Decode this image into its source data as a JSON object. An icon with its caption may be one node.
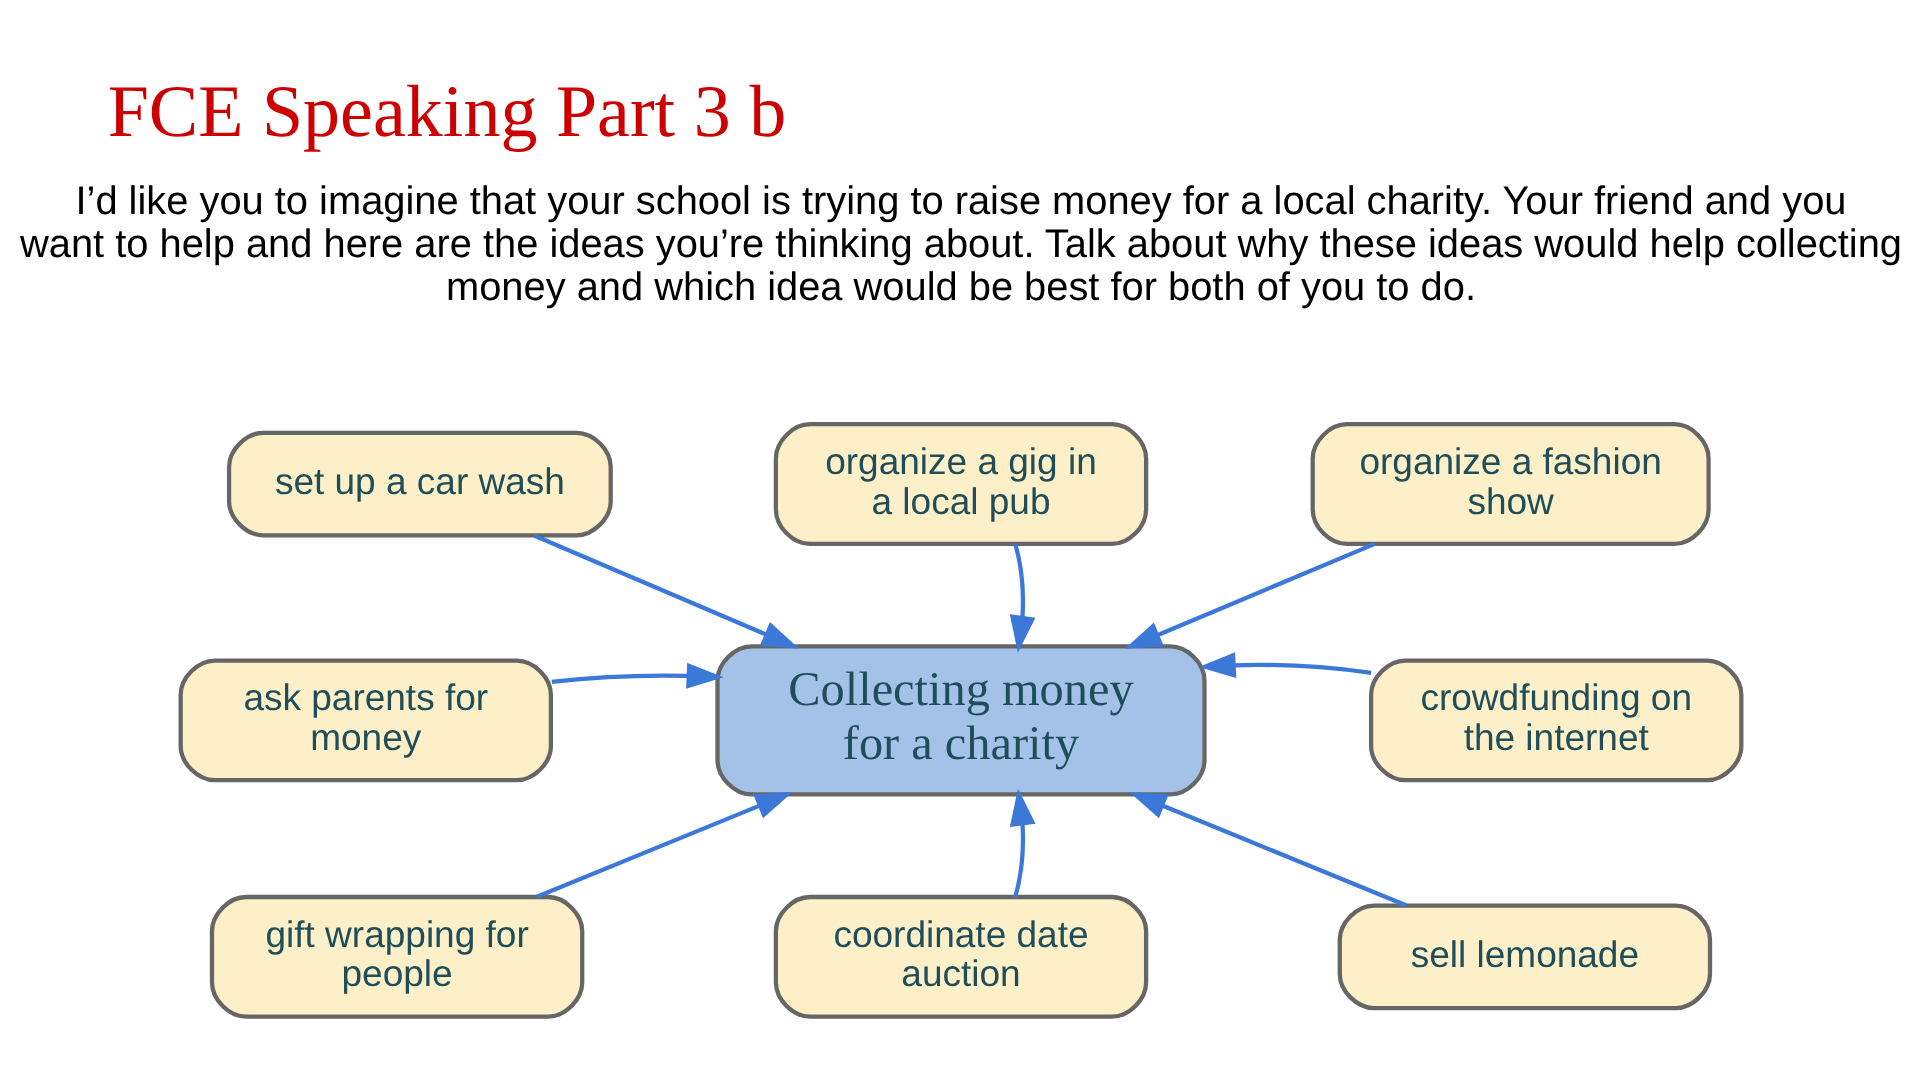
{
  "diagram": {
    "title": "FCE Speaking Part 3 b",
    "nodes": [
      {
        "text": [
          "organize a gig in a local pub"
        ]
      },
      {
        "text": [
          "set up a car wash"
        ]
      },
      {
        "text": [
          "organize a fashion show"
        ]
      },
      {
        "text": [
          "ask parents for money"
        ]
      },
      {
        "text": [
          "Collecting money for a charity"
        ]
      },
      {
        "text": [
          "crowdfunding on the internet"
        ]
      },
      {
        "text": [
          "gift wrapping for people"
        ]
      },
      {
        "text": [
          "coordinate date auction"
        ]
      },
      {
        "text": [
          "sell lemonade"
        ]
      }
    ],
    "edges": [
      {
        "from": 1,
        "to": 4,
        "arrow": "to"
      },
      {
        "from": 0,
        "to": 4,
        "arrow": "to"
      },
      {
        "from": 2,
        "to": 4,
        "arrow": "to"
      },
      {
        "from": 3,
        "to": 4,
        "arrow": "to"
      },
      {
        "from": 5,
        "to": 4,
        "arrow": "to"
      },
      {
        "from": 6,
        "to": 4,
        "arrow": "to"
      },
      {
        "from": 7,
        "to": 4,
        "arrow": "to"
      },
      {
        "from": 8,
        "to": 4,
        "arrow": "to"
      }
    ],
    "labels": [
      "I’d like you to imagine that your school is trying to raise money for a local charity. Your friend and you want to help and here are the ideas you’re thinking about. Talk about why these ideas would help collecting money and which idea would be best for both of you to do."
    ]
  }
}
